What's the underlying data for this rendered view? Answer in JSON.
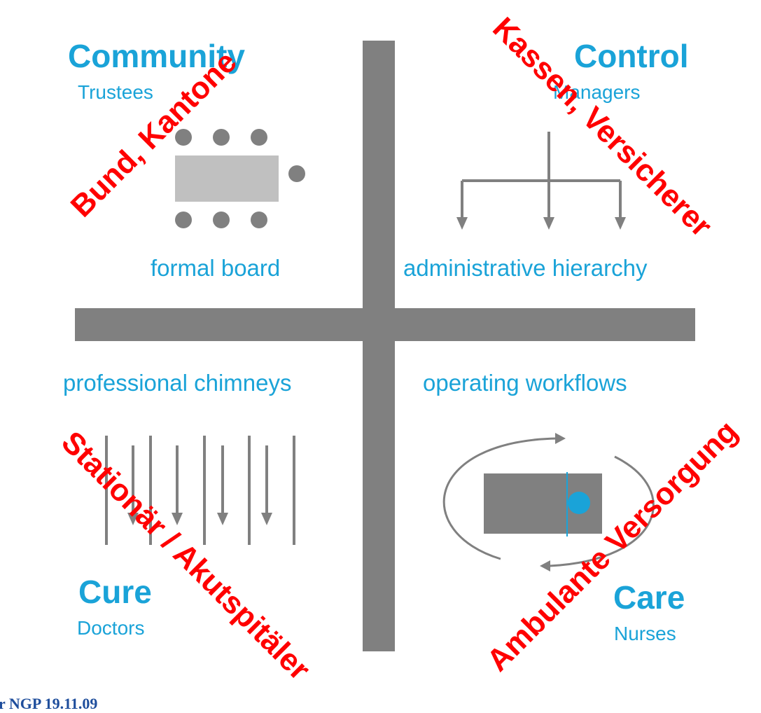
{
  "quadrants": {
    "community": {
      "title": "Community",
      "subtitle": "Trustees",
      "caption": "formal board"
    },
    "control": {
      "title": "Control",
      "subtitle": "Managers",
      "caption": "administrative hierarchy"
    },
    "cure": {
      "title": "Cure",
      "subtitle": "Doctors",
      "caption": "professional chimneys"
    },
    "care": {
      "title": "Care",
      "subtitle": "Nurses",
      "caption": "operating workflows"
    }
  },
  "overlays": {
    "top_left": "Bund, Kantone",
    "top_right": "Kassen, Versicherer",
    "bottom_left": "Stationär / Akutspitäler",
    "bottom_right": "Ambulante Versorgung"
  },
  "footer": {
    "text": "r NGP 19.11.09"
  },
  "colors": {
    "blue": "#1aa3d8",
    "gray": "#808080",
    "light_gray": "#c0c0c0",
    "red": "#ff0000"
  }
}
